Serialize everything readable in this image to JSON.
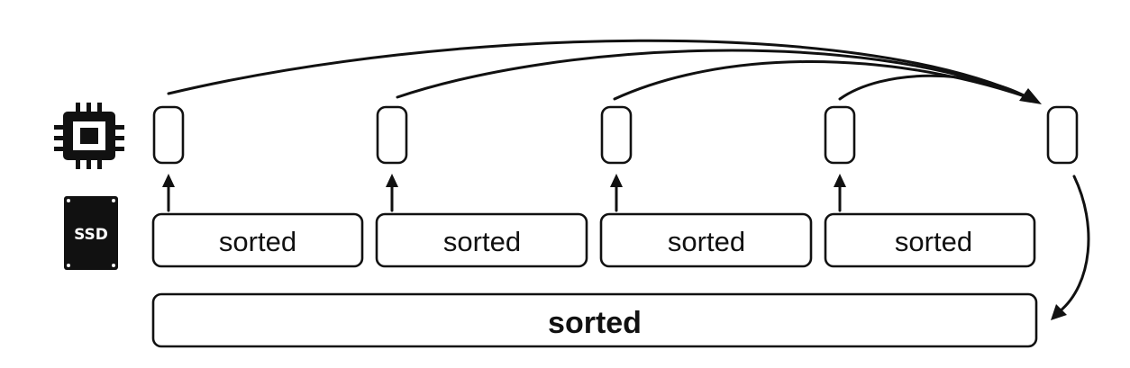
{
  "icons": {
    "cpu": "cpu-chip-icon",
    "ssd": "ssd-drive-icon",
    "ssd_label": "SSD"
  },
  "runs": [
    {
      "label": "sorted"
    },
    {
      "label": "sorted"
    },
    {
      "label": "sorted"
    },
    {
      "label": "sorted"
    }
  ],
  "output": {
    "label": "sorted"
  },
  "colors": {
    "stroke": "#111111",
    "background": "#ffffff"
  }
}
